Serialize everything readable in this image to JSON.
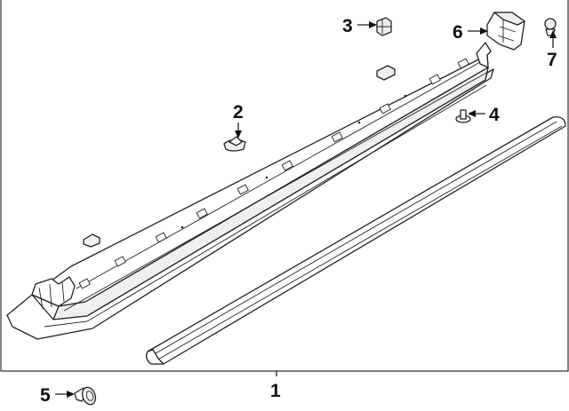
{
  "callouts": [
    {
      "id": "1",
      "label": "1",
      "target": "rocker-panel-moulding-and-sill-assembly"
    },
    {
      "id": "2",
      "label": "2",
      "target": "retainer"
    },
    {
      "id": "3",
      "label": "3",
      "target": "clip"
    },
    {
      "id": "4",
      "label": "4",
      "target": "stud"
    },
    {
      "id": "5",
      "label": "5",
      "target": "push-pin-retainer"
    },
    {
      "id": "6",
      "label": "6",
      "target": "end-bracket"
    },
    {
      "id": "7",
      "label": "7",
      "target": "small-clip"
    }
  ]
}
